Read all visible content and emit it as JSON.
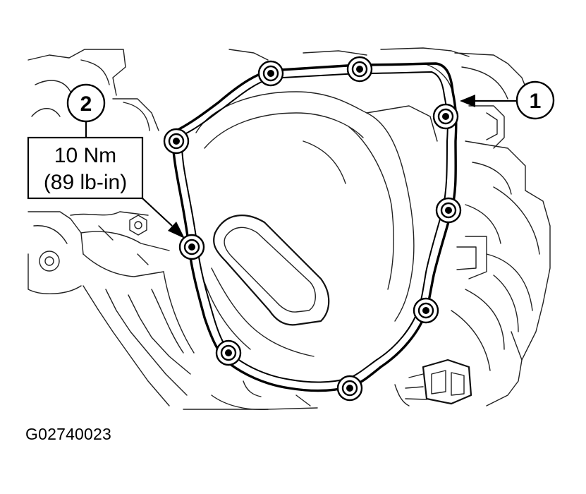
{
  "callouts": {
    "cover": "1",
    "bolt": "2"
  },
  "torque": {
    "metric": "10 Nm",
    "imperial": "(89 lb-in)"
  },
  "figure_id": "G02740023",
  "colors": {
    "ink": "#000000",
    "paper": "#ffffff"
  }
}
